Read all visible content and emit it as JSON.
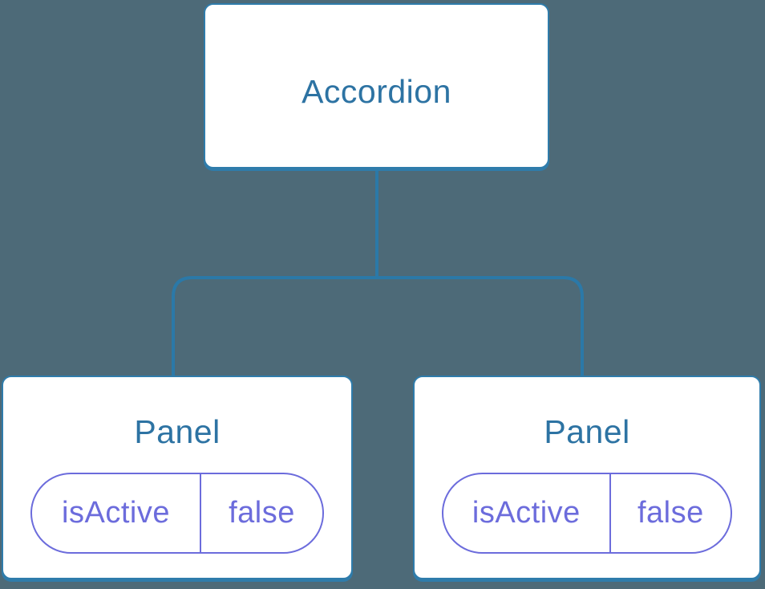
{
  "diagram": {
    "description": "Component tree: Accordion parent with two Panel children holding isActive state",
    "root": {
      "label": "Accordion"
    },
    "children": [
      {
        "label": "Panel",
        "state": {
          "key": "isActive",
          "value": "false"
        }
      },
      {
        "label": "Panel",
        "state": {
          "key": "isActive",
          "value": "false"
        }
      }
    ]
  },
  "colors": {
    "background": "#4d6a78",
    "box_border": "#2f7cab",
    "box_fill": "#ffffff",
    "label_text": "#2d73a3",
    "connector": "#2b79a8",
    "pill_border": "#6c6cdc",
    "pill_text": "#6c6cdc"
  }
}
